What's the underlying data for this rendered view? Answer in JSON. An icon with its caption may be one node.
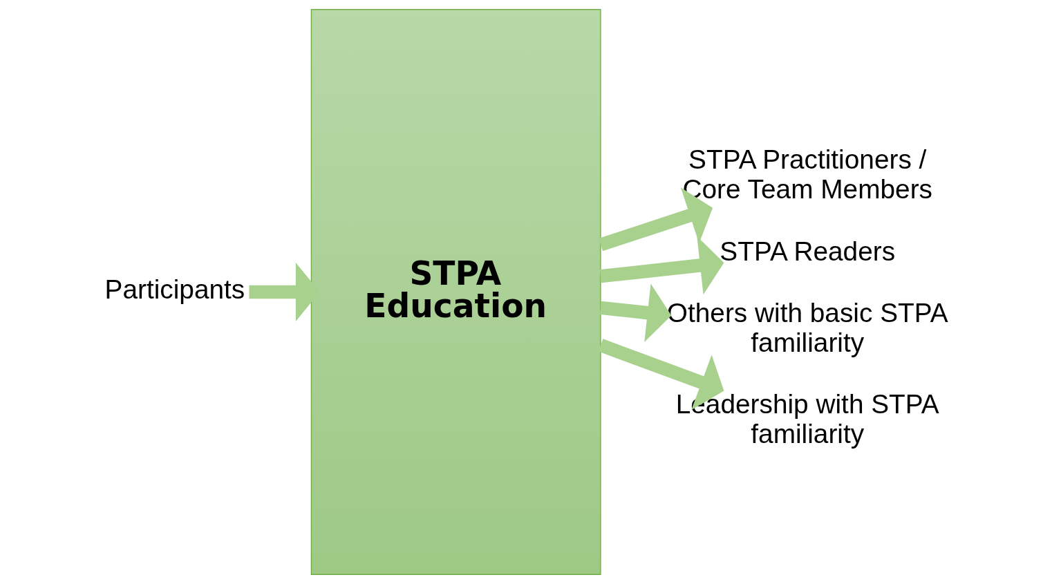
{
  "diagram": {
    "nodes": [
      {
        "text": [
          "Participants"
        ]
      },
      {
        "text": [
          "STPA Education"
        ]
      },
      {
        "text": [
          "STPA Practitioners / Core Team Members"
        ]
      },
      {
        "text": [
          "STPA Readers"
        ]
      },
      {
        "text": [
          "Others with basic STPA familiarity"
        ]
      },
      {
        "text": [
          "Leadership with STPA familiarity"
        ]
      }
    ],
    "edges": [
      {
        "from": 0,
        "to": 1,
        "arrow": "to"
      },
      {
        "from": 1,
        "to": 2,
        "arrow": "to"
      },
      {
        "from": 1,
        "to": 3,
        "arrow": "to"
      },
      {
        "from": 1,
        "to": 4,
        "arrow": "to"
      },
      {
        "from": 1,
        "to": 5,
        "arrow": "to"
      }
    ]
  }
}
